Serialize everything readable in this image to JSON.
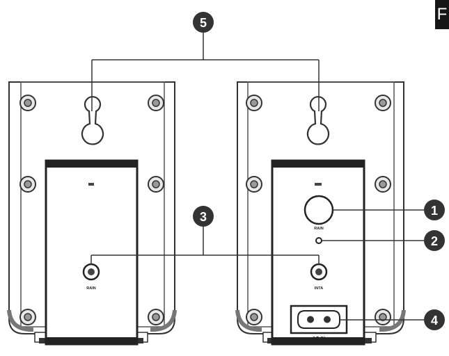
{
  "corner_tab": "F",
  "callouts": {
    "one": "1",
    "two": "2",
    "three": "3",
    "four": "4",
    "five": "5"
  },
  "left_speaker": {
    "connector_label": "RAIN"
  },
  "right_speaker": {
    "knob_label": "RAIN",
    "connector_label": "INTA",
    "power_label": "AC IN"
  }
}
